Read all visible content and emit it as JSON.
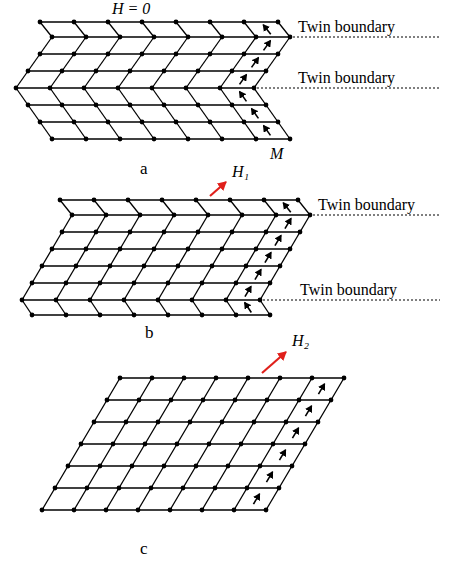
{
  "diagram": {
    "labels": [
      "H = 0",
      "Twin boundary",
      "Twin boundary",
      "M",
      "a",
      "H₁",
      "Twin boundary",
      "Twin boundary",
      "b",
      "H₂",
      "c"
    ]
  }
}
